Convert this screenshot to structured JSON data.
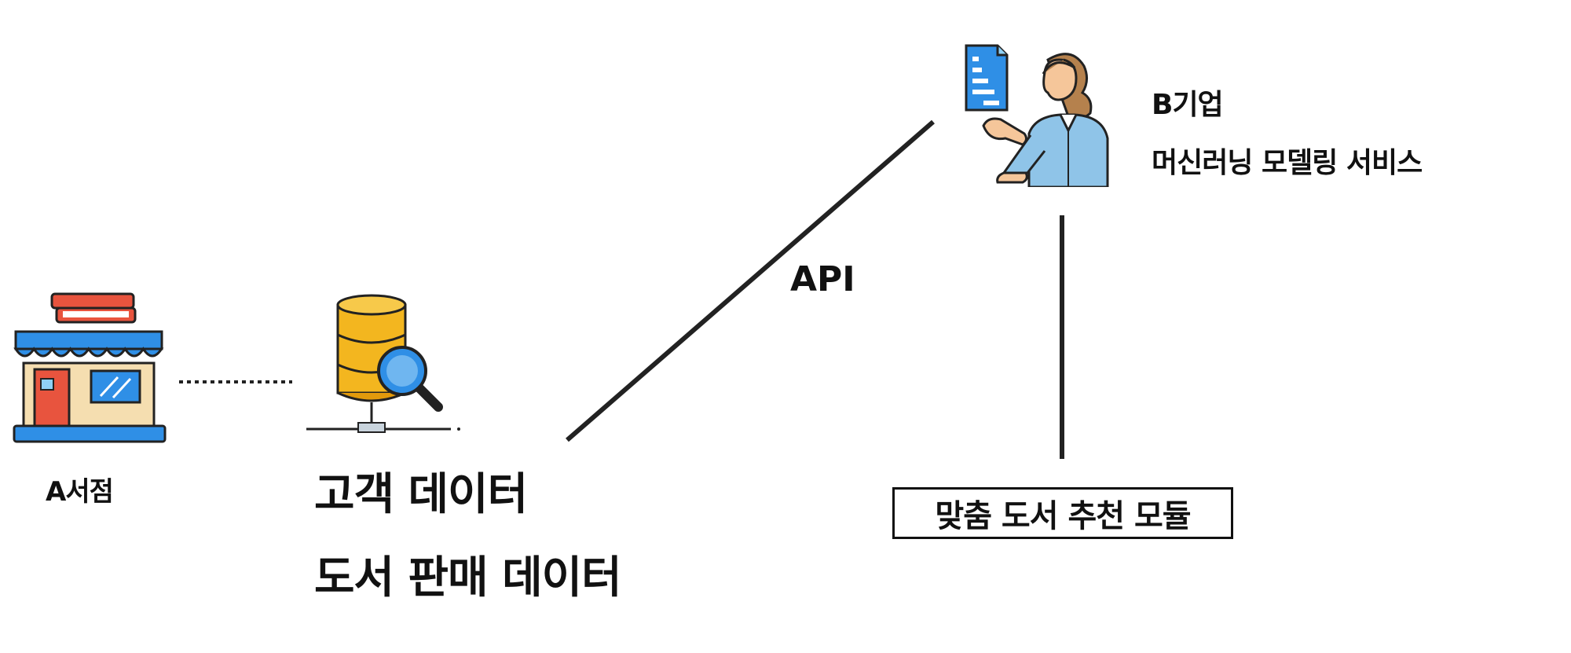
{
  "nodes": {
    "bookstore": {
      "label": "A서점",
      "icon": "bookstore-icon"
    },
    "database": {
      "line1": "고객 데이터",
      "line2": "도서 판매 데이터",
      "icon": "database-search-icon"
    },
    "company": {
      "line1": "B기업",
      "line2": "머신러닝 모델링 서비스",
      "icon": "consultant-icon"
    },
    "module": {
      "label": "맞춤 도서 추천 모듈"
    }
  },
  "edges": {
    "api": {
      "label": "API"
    }
  },
  "colors": {
    "line": "#222222",
    "awning": "#2f8fe6",
    "store_wall": "#f5deb0",
    "door": "#e8543e",
    "db_gold": "#f3b61f",
    "db_dark": "#e29a0c",
    "shirt": "#8fc4e8",
    "skin": "#f5c69a",
    "hair": "#b5814d"
  }
}
